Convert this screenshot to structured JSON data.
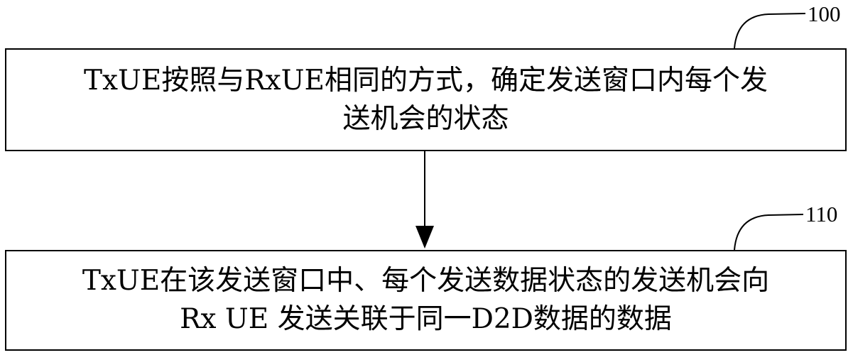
{
  "steps": [
    {
      "ref": "100",
      "lines": [
        "TxUE按照与RxUE相同的方式，确定发送窗口内每个发",
        "送机会的状态"
      ]
    },
    {
      "ref": "110",
      "lines": [
        "TxUE在该发送窗口中、每个发送数据状态的发送机会向",
        "Rx UE 发送关联于同一D2D数据的数据"
      ]
    }
  ]
}
